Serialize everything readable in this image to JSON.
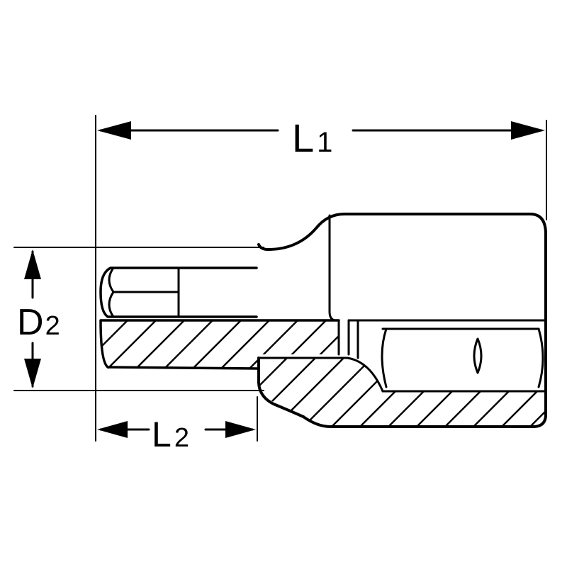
{
  "dimensions": {
    "L1": {
      "letter": "L",
      "sub": "1"
    },
    "L2": {
      "letter": "L",
      "sub": "2"
    },
    "D2": {
      "letter": "D",
      "sub": "2"
    }
  },
  "colors": {
    "ink": "#000000",
    "paper": "#ffffff"
  }
}
